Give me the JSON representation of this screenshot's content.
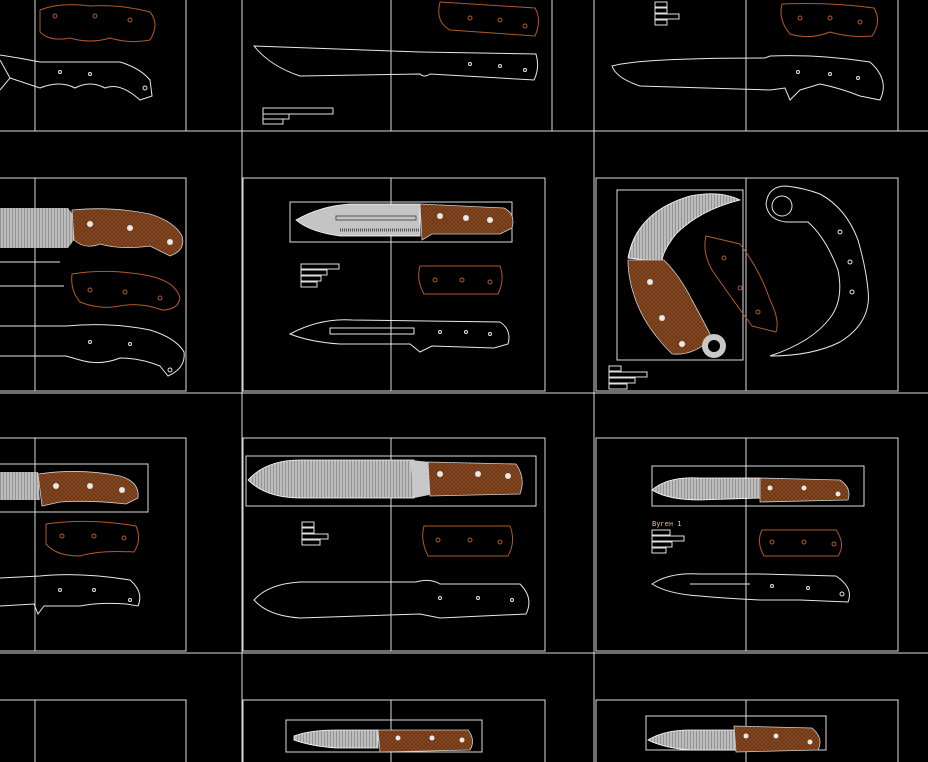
{
  "drawing": {
    "background": "#000000",
    "line_color": "#e8e8e8",
    "handle_color": "#8a4a22",
    "handle_outline_color": "#b05a2a",
    "blade_fill_color": "#c8c8c8"
  },
  "sheets": [
    {
      "id": "r0c0",
      "knife": "fixed-blade-finger-groove",
      "label": ""
    },
    {
      "id": "r0c1",
      "knife": "bowie-blank",
      "label": ""
    },
    {
      "id": "r0c2",
      "knife": "clip-point-hunter",
      "label": ""
    },
    {
      "id": "r1c0",
      "knife": "serrated-combat",
      "label": ""
    },
    {
      "id": "r1c1",
      "knife": "survival-fuller",
      "label": ""
    },
    {
      "id": "r1c2",
      "knife": "karambit",
      "label": ""
    },
    {
      "id": "r2c0",
      "knife": "drop-point-hunter",
      "label": ""
    },
    {
      "id": "r2c1",
      "knife": "large-bowie",
      "label": ""
    },
    {
      "id": "r2c2",
      "knife": "tactical-drop-point",
      "label": "Вуген 1"
    },
    {
      "id": "r3c0",
      "knife": "partial",
      "label": ""
    },
    {
      "id": "r3c1",
      "knife": "partial",
      "label": ""
    },
    {
      "id": "r3c2",
      "knife": "partial",
      "label": ""
    }
  ]
}
